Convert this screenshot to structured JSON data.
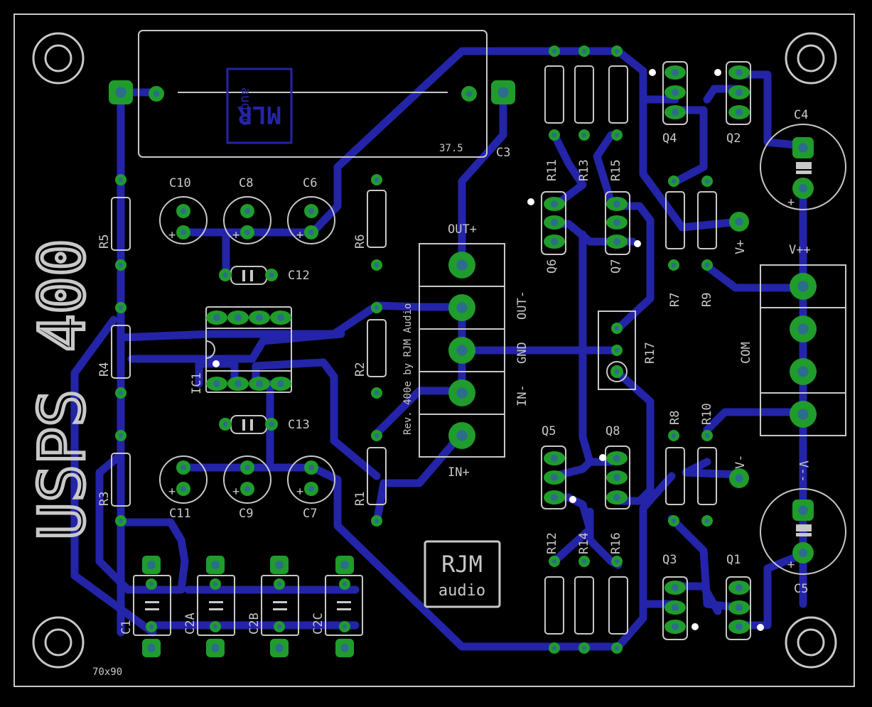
{
  "colors": {
    "background": "#000000",
    "silkscreen": "#c8c8c8",
    "trace": "#2424a8",
    "pad": "#1f9c2c",
    "pad_hole": "#2c8c8c",
    "logo": "#2424a8",
    "hole_mark": "#ffffff"
  },
  "board": {
    "title": "USPS 400",
    "size_label": "70x90",
    "revision": "Rev. 400e by RJM Audio",
    "trim_value": "37.5",
    "logo_top": "MLR audio",
    "logo_bottom_line1": "RJM",
    "logo_bottom_line2": "audio"
  },
  "connector_labels": {
    "out_plus": "OUT+",
    "out_minus": "OUT-",
    "gnd": "GND",
    "in_minus": "IN-",
    "in_plus": "IN+",
    "v_pp": "V++",
    "com": "COM",
    "v_mm": "V--",
    "v_plus": "V+",
    "v_minus": "V-"
  },
  "parts": {
    "R1": "R1",
    "R2": "R2",
    "R3": "R3",
    "R4": "R4",
    "R5": "R5",
    "R6": "R6",
    "R7": "R7",
    "R8": "R8",
    "R9": "R9",
    "R10": "R10",
    "R11": "R11",
    "R12": "R12",
    "R13": "R13",
    "R14": "R14",
    "R15": "R15",
    "R16": "R16",
    "R17": "R17",
    "C1": "C1",
    "C2A": "C2A",
    "C2B": "C2B",
    "C2C": "C2C",
    "C3": "C3",
    "C4": "C4",
    "C5": "C5",
    "C6": "C6",
    "C7": "C7",
    "C8": "C8",
    "C9": "C9",
    "C10": "C10",
    "C11": "C11",
    "C12": "C12",
    "C13": "C13",
    "Q1": "Q1",
    "Q2": "Q2",
    "Q3": "Q3",
    "Q4": "Q4",
    "Q5": "Q5",
    "Q6": "Q6",
    "Q7": "Q7",
    "Q8": "Q8",
    "IC1": "IC1",
    "plus": "+"
  }
}
